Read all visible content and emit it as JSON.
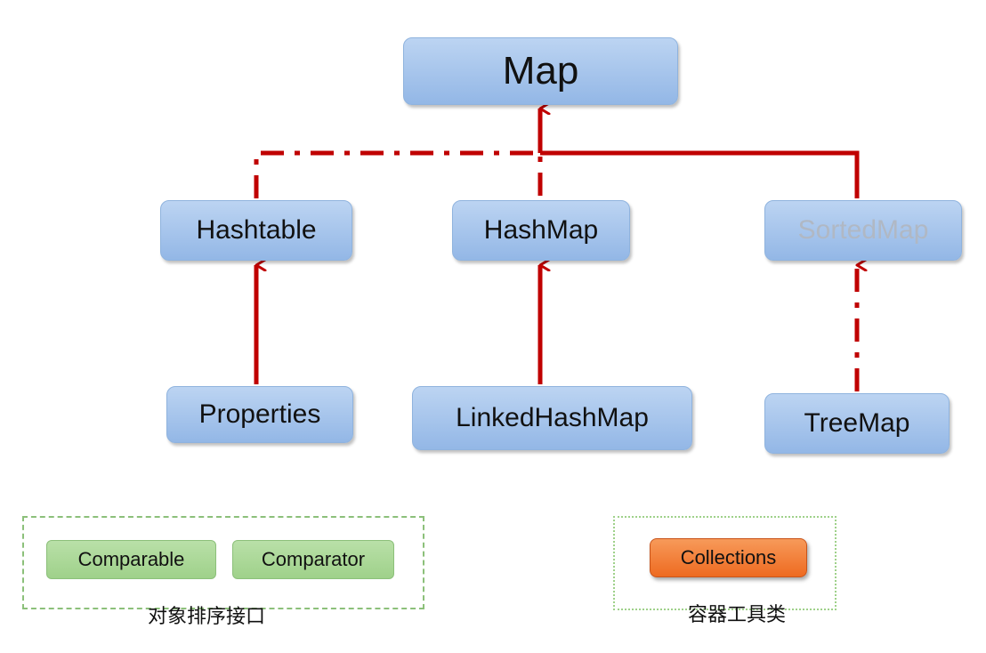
{
  "nodes": {
    "map": "Map",
    "hashtable": "Hashtable",
    "hashmap": "HashMap",
    "sortedmap": "SortedMap",
    "properties": "Properties",
    "linkedhashmap": "LinkedHashMap",
    "treemap": "TreeMap"
  },
  "comparison_group": {
    "items": [
      "Comparable",
      "Comparator"
    ],
    "caption": "对象排序接口"
  },
  "utility_group": {
    "item": "Collections",
    "caption": "容器工具类"
  },
  "colors": {
    "edge": "#c00000",
    "node_fill": "#a9c6ec",
    "dim_text": "#b0b8c4",
    "green_fill": "#a9d896",
    "orange_fill": "#f07a30"
  }
}
